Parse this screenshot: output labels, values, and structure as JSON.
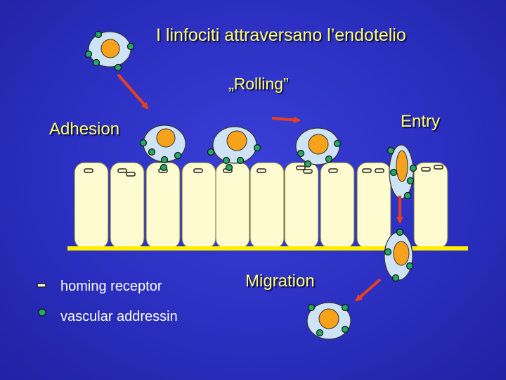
{
  "title": "I linfociti attraversano l’endotelio",
  "labels": {
    "rolling": "„Rolling”",
    "adhesion": "Adhesion",
    "entry": "Entry",
    "migration": "Migration"
  },
  "legend": {
    "homing_receptor": "homing receptor",
    "vascular_addressin": "vascular addressin"
  },
  "colors": {
    "background": "#2a2fc0",
    "title_text": "#ffff66",
    "legend_text": "#ffffff",
    "endothelial_cell": "#fffbd0",
    "basement_membrane": "#ffee00",
    "lymphocyte_body": "#cfe3f7",
    "nucleus": "#f7a21b",
    "vascular_addressin": "#22aa66",
    "arrow": "#e8401c"
  }
}
